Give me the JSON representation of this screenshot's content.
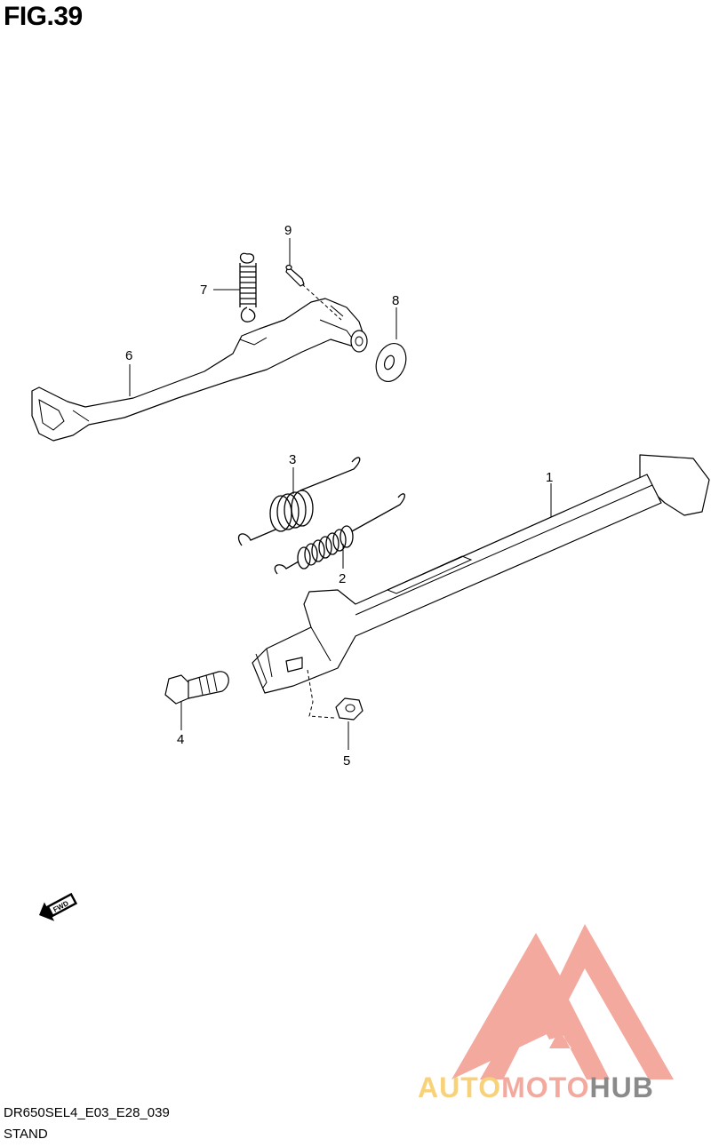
{
  "figure": {
    "title": "FIG.39",
    "code": "DR650SEL4_E03_E28_039",
    "caption": "STAND"
  },
  "callouts": {
    "c1": "1",
    "c2": "2",
    "c3": "3",
    "c4": "4",
    "c5": "5",
    "c6": "6",
    "c7": "7",
    "c8": "8",
    "c9": "9"
  },
  "direction_marker": {
    "label": "FWD",
    "icon": "fwd-arrow-icon"
  },
  "watermark": {
    "brand_auto": "AUTO",
    "brand_moto": "MOTO",
    "brand_hub": "HUB",
    "colors": {
      "auto": "#f8d27a",
      "moto": "#f4a99f",
      "hub": "#8a8a8a",
      "logo": "#f4a99f"
    }
  }
}
